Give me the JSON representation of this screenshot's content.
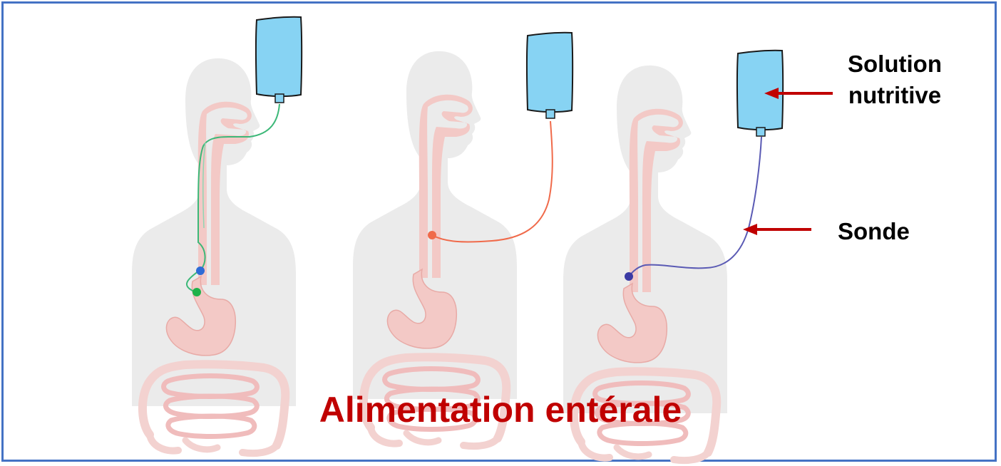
{
  "labels": {
    "solution_line1": "Solution",
    "solution_line2": "nutritive",
    "sonde": "Sonde"
  },
  "title": "Alimentation entérale",
  "colors": {
    "frame_border": "#4472c4",
    "title": "#c00000",
    "arrow": "#c00000",
    "bag_fill": "#87d3f3",
    "body_silhouette": "#ebebeb",
    "organs": "#f3c9c6",
    "tube_nasogastric": "#3cb878",
    "tube_gastrostomy": "#f06a4a",
    "tube_jejunostomy": "#5a5ab4"
  },
  "icons": [
    "arrow-left-icon",
    "nutrition-bag-icon",
    "human-silhouette-icon"
  ]
}
